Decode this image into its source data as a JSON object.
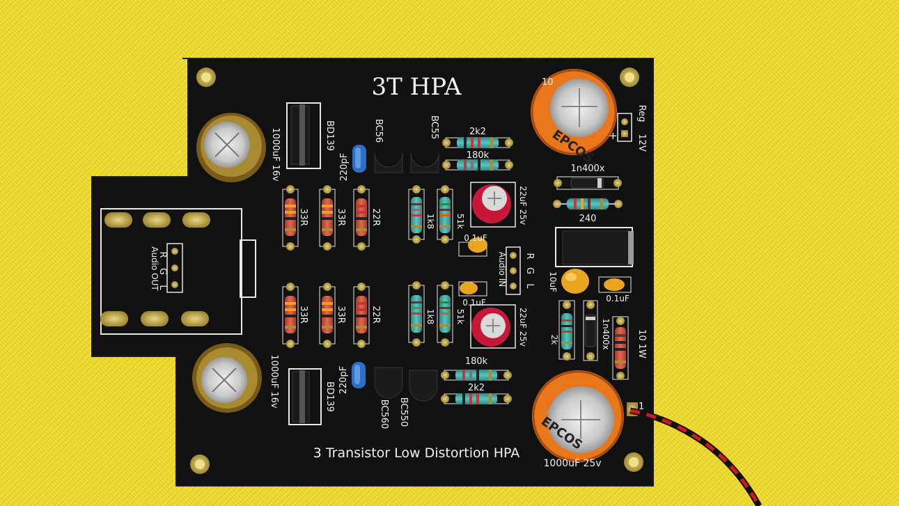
{
  "board": {
    "title": "3T HPA",
    "subtitle": "3 Transistor Low Distortion HPA",
    "audio_out": {
      "label": "Audio OUT",
      "pins": [
        "R",
        "G",
        "L"
      ]
    },
    "audio_in": {
      "label": "Audio IN",
      "pins": [
        "R",
        "G",
        "L"
      ]
    },
    "reg_label": "Reg",
    "voltage_label": "12V",
    "plus": "+",
    "labels": {
      "bd139_top": "BD139",
      "bd139_bottom": "BD139",
      "cap_1000uf_16v_top": "1000uF 16v",
      "cap_1000uf_16v_bottom": "1000uF 16v",
      "cap_220pf_top": "220pF",
      "cap_220pf_bottom": "220pF",
      "bc560_top": "BC56",
      "bc550_top": "BC55",
      "bc560_bottom": "BC560",
      "bc550_bottom": "BC550",
      "r_2k2_top": "2k2",
      "r_180k_top": "180k",
      "r_180k_bottom": "180k",
      "r_2k2_bottom": "2k2",
      "r_33r_1": "33R",
      "r_33r_2": "33R",
      "r_22r_top": "22R",
      "r_33r_3": "33R",
      "r_33r_4": "33R",
      "r_22r_bottom": "22R",
      "r_1k8_top": "1k8",
      "r_51k_top": "51k",
      "r_1k8_bottom": "1k8",
      "r_51k_bottom": "51k",
      "cap_22uf_25v_top": "22uF 25v",
      "cap_22uf_25v_bottom": "22uF 25v",
      "cap_01uf_top": "0.1uF",
      "cap_01uf_mid": "0.1uF",
      "cap_01uf_right": "0.1uF",
      "diode_top": "1n400x",
      "diode_mid": "1n400x",
      "r_240": "240",
      "cap_10uf": "10uF",
      "r_2k": "2k",
      "r_10_1w": "10 1W",
      "cap_1000uf_25v": "1000uF 25v",
      "cap_brand": "EPCOS",
      "cap_tl_partial": "10",
      "cap_br_partial": "1"
    }
  },
  "colors": {
    "background": "#f2dd2a",
    "pcb": "#111111",
    "silkscreen": "#f2f2f2",
    "gold_pad": "#c8b24a",
    "resistor_red": "#cc4b38",
    "resistor_blue": "#3aa3a0",
    "cap_orange": "#f07a1a",
    "cap_gold": "#8a6a20",
    "cable_red": "#d21a1a",
    "cable_black": "#101010"
  }
}
